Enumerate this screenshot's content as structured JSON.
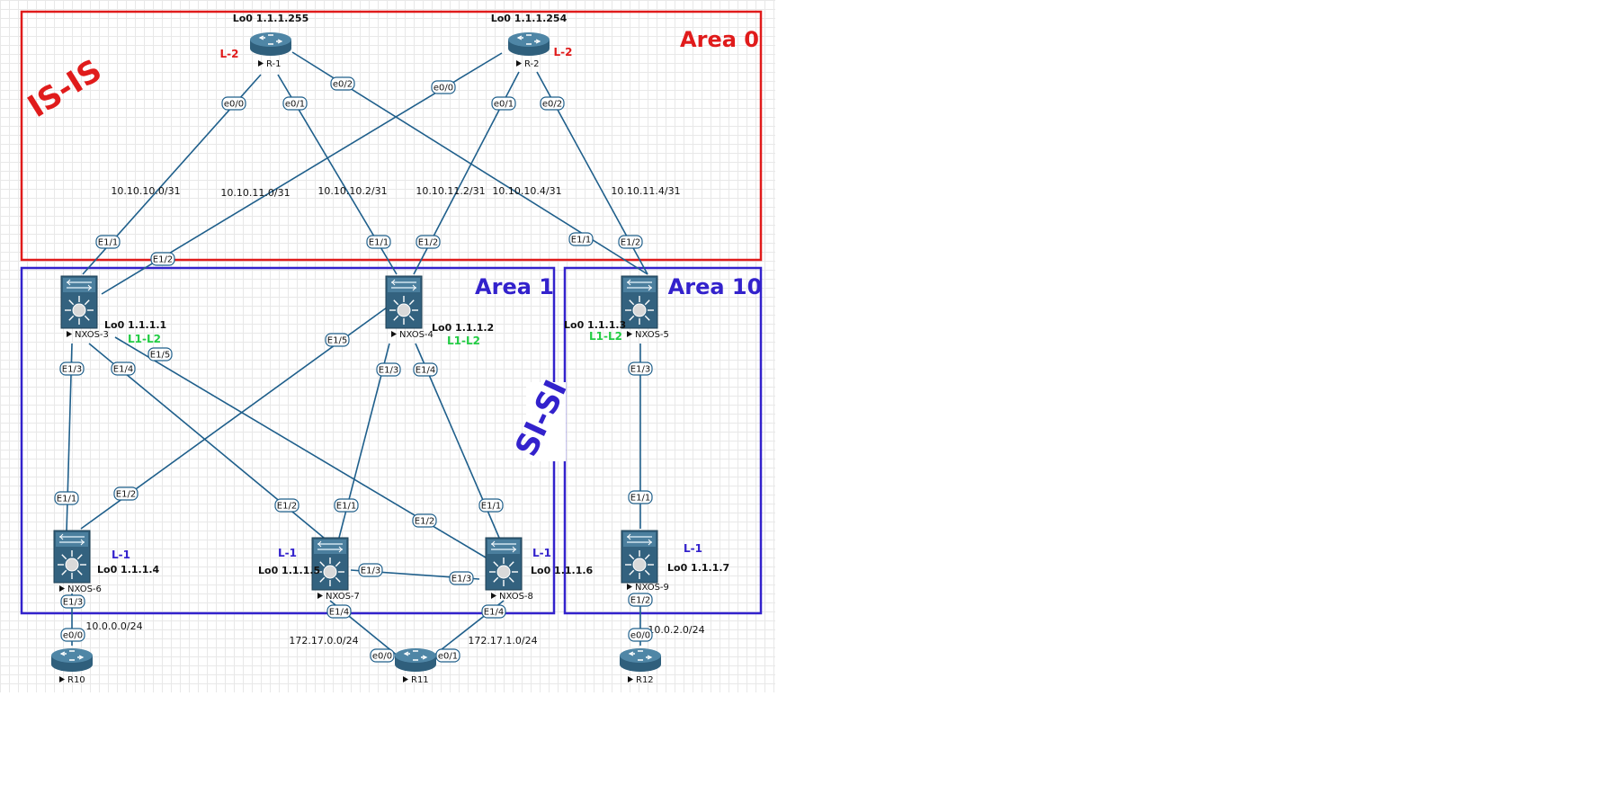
{
  "title_isis": "IS-IS",
  "title_sisi": "SI-SI",
  "areas": [
    {
      "id": "area0",
      "label": "Area 0",
      "color": "#e01b1b"
    },
    {
      "id": "area1",
      "label": "Area 1",
      "color": "#3322cc"
    },
    {
      "id": "area10",
      "label": "Area 10",
      "color": "#3322cc"
    }
  ],
  "colors": {
    "link": "#1f5f8b",
    "l2": "#e01b1b",
    "l1l2": "#22cc44",
    "l1": "#3322cc",
    "device": "#3b6b88"
  },
  "devices": [
    {
      "id": "r1",
      "type": "router",
      "name": "R-1",
      "lo": "Lo0 1.1.1.255",
      "level": "L-2",
      "level_color": "l2"
    },
    {
      "id": "r2",
      "type": "router",
      "name": "R-2",
      "lo": "Lo0 1.1.1.254",
      "level": "L-2",
      "level_color": "l2"
    },
    {
      "id": "nx3",
      "type": "switch",
      "name": "NXOS-3",
      "lo": "Lo0 1.1.1.1",
      "level": "L1-L2",
      "level_color": "l1l2"
    },
    {
      "id": "nx4",
      "type": "switch",
      "name": "NXOS-4",
      "lo": "Lo0 1.1.1.2",
      "level": "L1-L2",
      "level_color": "l1l2"
    },
    {
      "id": "nx5",
      "type": "switch",
      "name": "NXOS-5",
      "lo": "Lo0 1.1.1.3",
      "level": "L1-L2",
      "level_color": "l1l2"
    },
    {
      "id": "nx6",
      "type": "switch",
      "name": "NXOS-6",
      "lo": "Lo0 1.1.1.4",
      "level": "L-1",
      "level_color": "l1"
    },
    {
      "id": "nx7",
      "type": "switch",
      "name": "NXOS-7",
      "lo": "Lo0 1.1.1.5",
      "level": "L-1",
      "level_color": "l1"
    },
    {
      "id": "nx8",
      "type": "switch",
      "name": "NXOS-8",
      "lo": "Lo0 1.1.1.6",
      "level": "L-1",
      "level_color": "l1"
    },
    {
      "id": "nx9",
      "type": "switch",
      "name": "NXOS-9",
      "lo": "Lo0 1.1.1.7",
      "level": "L-1",
      "level_color": "l1"
    },
    {
      "id": "r10",
      "type": "router",
      "name": "R10",
      "lo": "",
      "level": "",
      "level_color": "l1"
    },
    {
      "id": "r11",
      "type": "router",
      "name": "R11",
      "lo": "",
      "level": "",
      "level_color": "l1"
    },
    {
      "id": "r12",
      "type": "router",
      "name": "R12",
      "lo": "",
      "level": "",
      "level_color": "l1"
    }
  ],
  "links": [
    {
      "a": "r1",
      "b": "nx3",
      "pa": "e0/0",
      "pb": "E1/1",
      "net": "10.10.10.0/31"
    },
    {
      "a": "r2",
      "b": "nx3",
      "pa": "e0/0",
      "pb": "E1/2",
      "net": "10.10.11.0/31"
    },
    {
      "a": "r1",
      "b": "nx4",
      "pa": "e0/1",
      "pb": "E1/1",
      "net": "10.10.10.2/31"
    },
    {
      "a": "r2",
      "b": "nx4",
      "pa": "e0/1",
      "pb": "E1/2",
      "net": "10.10.11.2/31"
    },
    {
      "a": "r1",
      "b": "nx5",
      "pa": "e0/2",
      "pb": "E1/1",
      "net": "10.10.10.4/31"
    },
    {
      "a": "r2",
      "b": "nx5",
      "pa": "e0/2",
      "pb": "E1/2",
      "net": "10.10.11.4/31"
    },
    {
      "a": "nx3",
      "b": "nx6",
      "pa": "E1/3",
      "pb": "E1/1",
      "net": ""
    },
    {
      "a": "nx3",
      "b": "nx7",
      "pa": "E1/4",
      "pb": "E1/2",
      "net": ""
    },
    {
      "a": "nx3",
      "b": "nx8",
      "pa": "E1/5",
      "pb": "E1/2",
      "net": ""
    },
    {
      "a": "nx4",
      "b": "nx6",
      "pa": "E1/5",
      "pb": "E1/2",
      "net": ""
    },
    {
      "a": "nx4",
      "b": "nx7",
      "pa": "E1/3",
      "pb": "E1/1",
      "net": ""
    },
    {
      "a": "nx4",
      "b": "nx8",
      "pa": "E1/4",
      "pb": "E1/1",
      "net": ""
    },
    {
      "a": "nx7",
      "b": "nx8",
      "pa": "E1/3",
      "pb": "E1/3",
      "net": ""
    },
    {
      "a": "nx5",
      "b": "nx9",
      "pa": "E1/3",
      "pb": "E1/1",
      "net": ""
    },
    {
      "a": "nx6",
      "b": "r10",
      "pa": "E1/3",
      "pb": "e0/0",
      "net": "10.0.0.0/24"
    },
    {
      "a": "nx7",
      "b": "r11",
      "pa": "E1/4",
      "pb": "e0/0",
      "net": "172.17.0.0/24"
    },
    {
      "a": "nx8",
      "b": "r11",
      "pa": "E1/4",
      "pb": "e0/1",
      "net": "172.17.1.0/24"
    },
    {
      "a": "nx9",
      "b": "r12",
      "pa": "E1/2",
      "pb": "e0/0",
      "net": "10.0.2.0/24"
    }
  ]
}
